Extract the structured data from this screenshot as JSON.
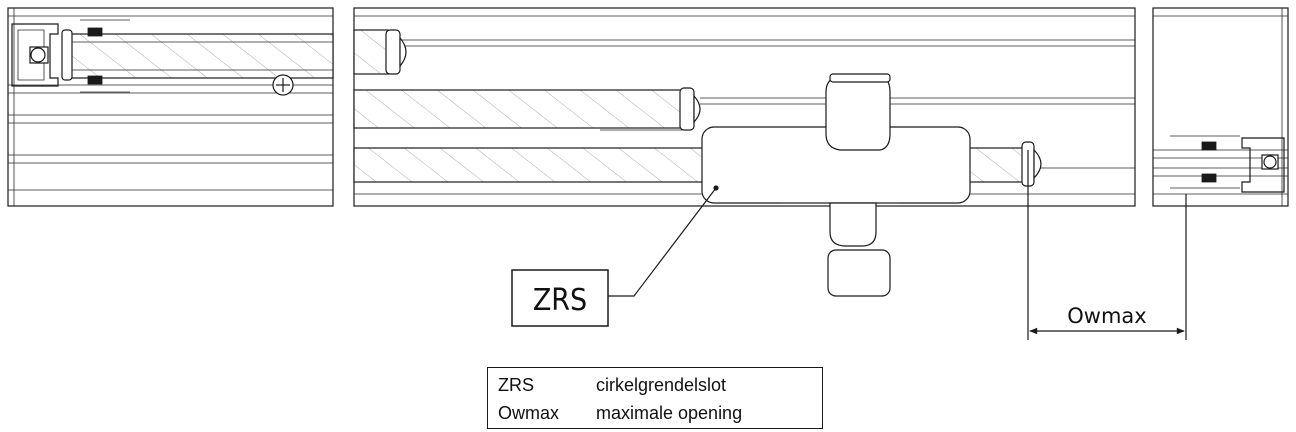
{
  "callout": {
    "label": "ZRS"
  },
  "dimension": {
    "label": "Owmax"
  },
  "legend": {
    "rows": [
      {
        "code": "ZRS",
        "description": "cirkelgrendelslot"
      },
      {
        "code": "Owmax",
        "description": "maximale opening"
      }
    ]
  }
}
